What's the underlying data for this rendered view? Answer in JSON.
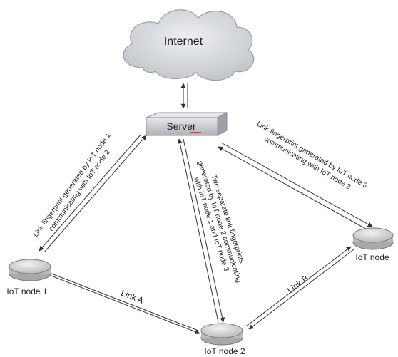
{
  "cloud": {
    "label": "Internet"
  },
  "server": {
    "label": "Server"
  },
  "nodes": {
    "node1": {
      "label": "IoT node 1"
    },
    "node2": {
      "label": "IoT node 2"
    },
    "node3": {
      "label": "IoT node"
    }
  },
  "links": {
    "a": {
      "label": "Link A"
    },
    "b": {
      "label": "Link B"
    }
  },
  "annotations": {
    "left": {
      "line1": "Link fingerprint generated by IoT node 1",
      "line2": "communicating with IoT node 2"
    },
    "right": {
      "line1": "Link fingerprint generated by IoT node 3",
      "line2": "communicating with IoT node 2"
    },
    "middle": {
      "line1": "Two separate link fingerprints",
      "line2": "generated by IoT node 2 communicating",
      "line3": "with IoT node 1 and IoT node 3"
    }
  },
  "colors": {
    "cloud_fill": "#d9dcdf",
    "server_fill": "#cdd0d4",
    "node_fill": "#d7d7d7",
    "line": "#333333",
    "server_accent": "#d43a3a"
  }
}
